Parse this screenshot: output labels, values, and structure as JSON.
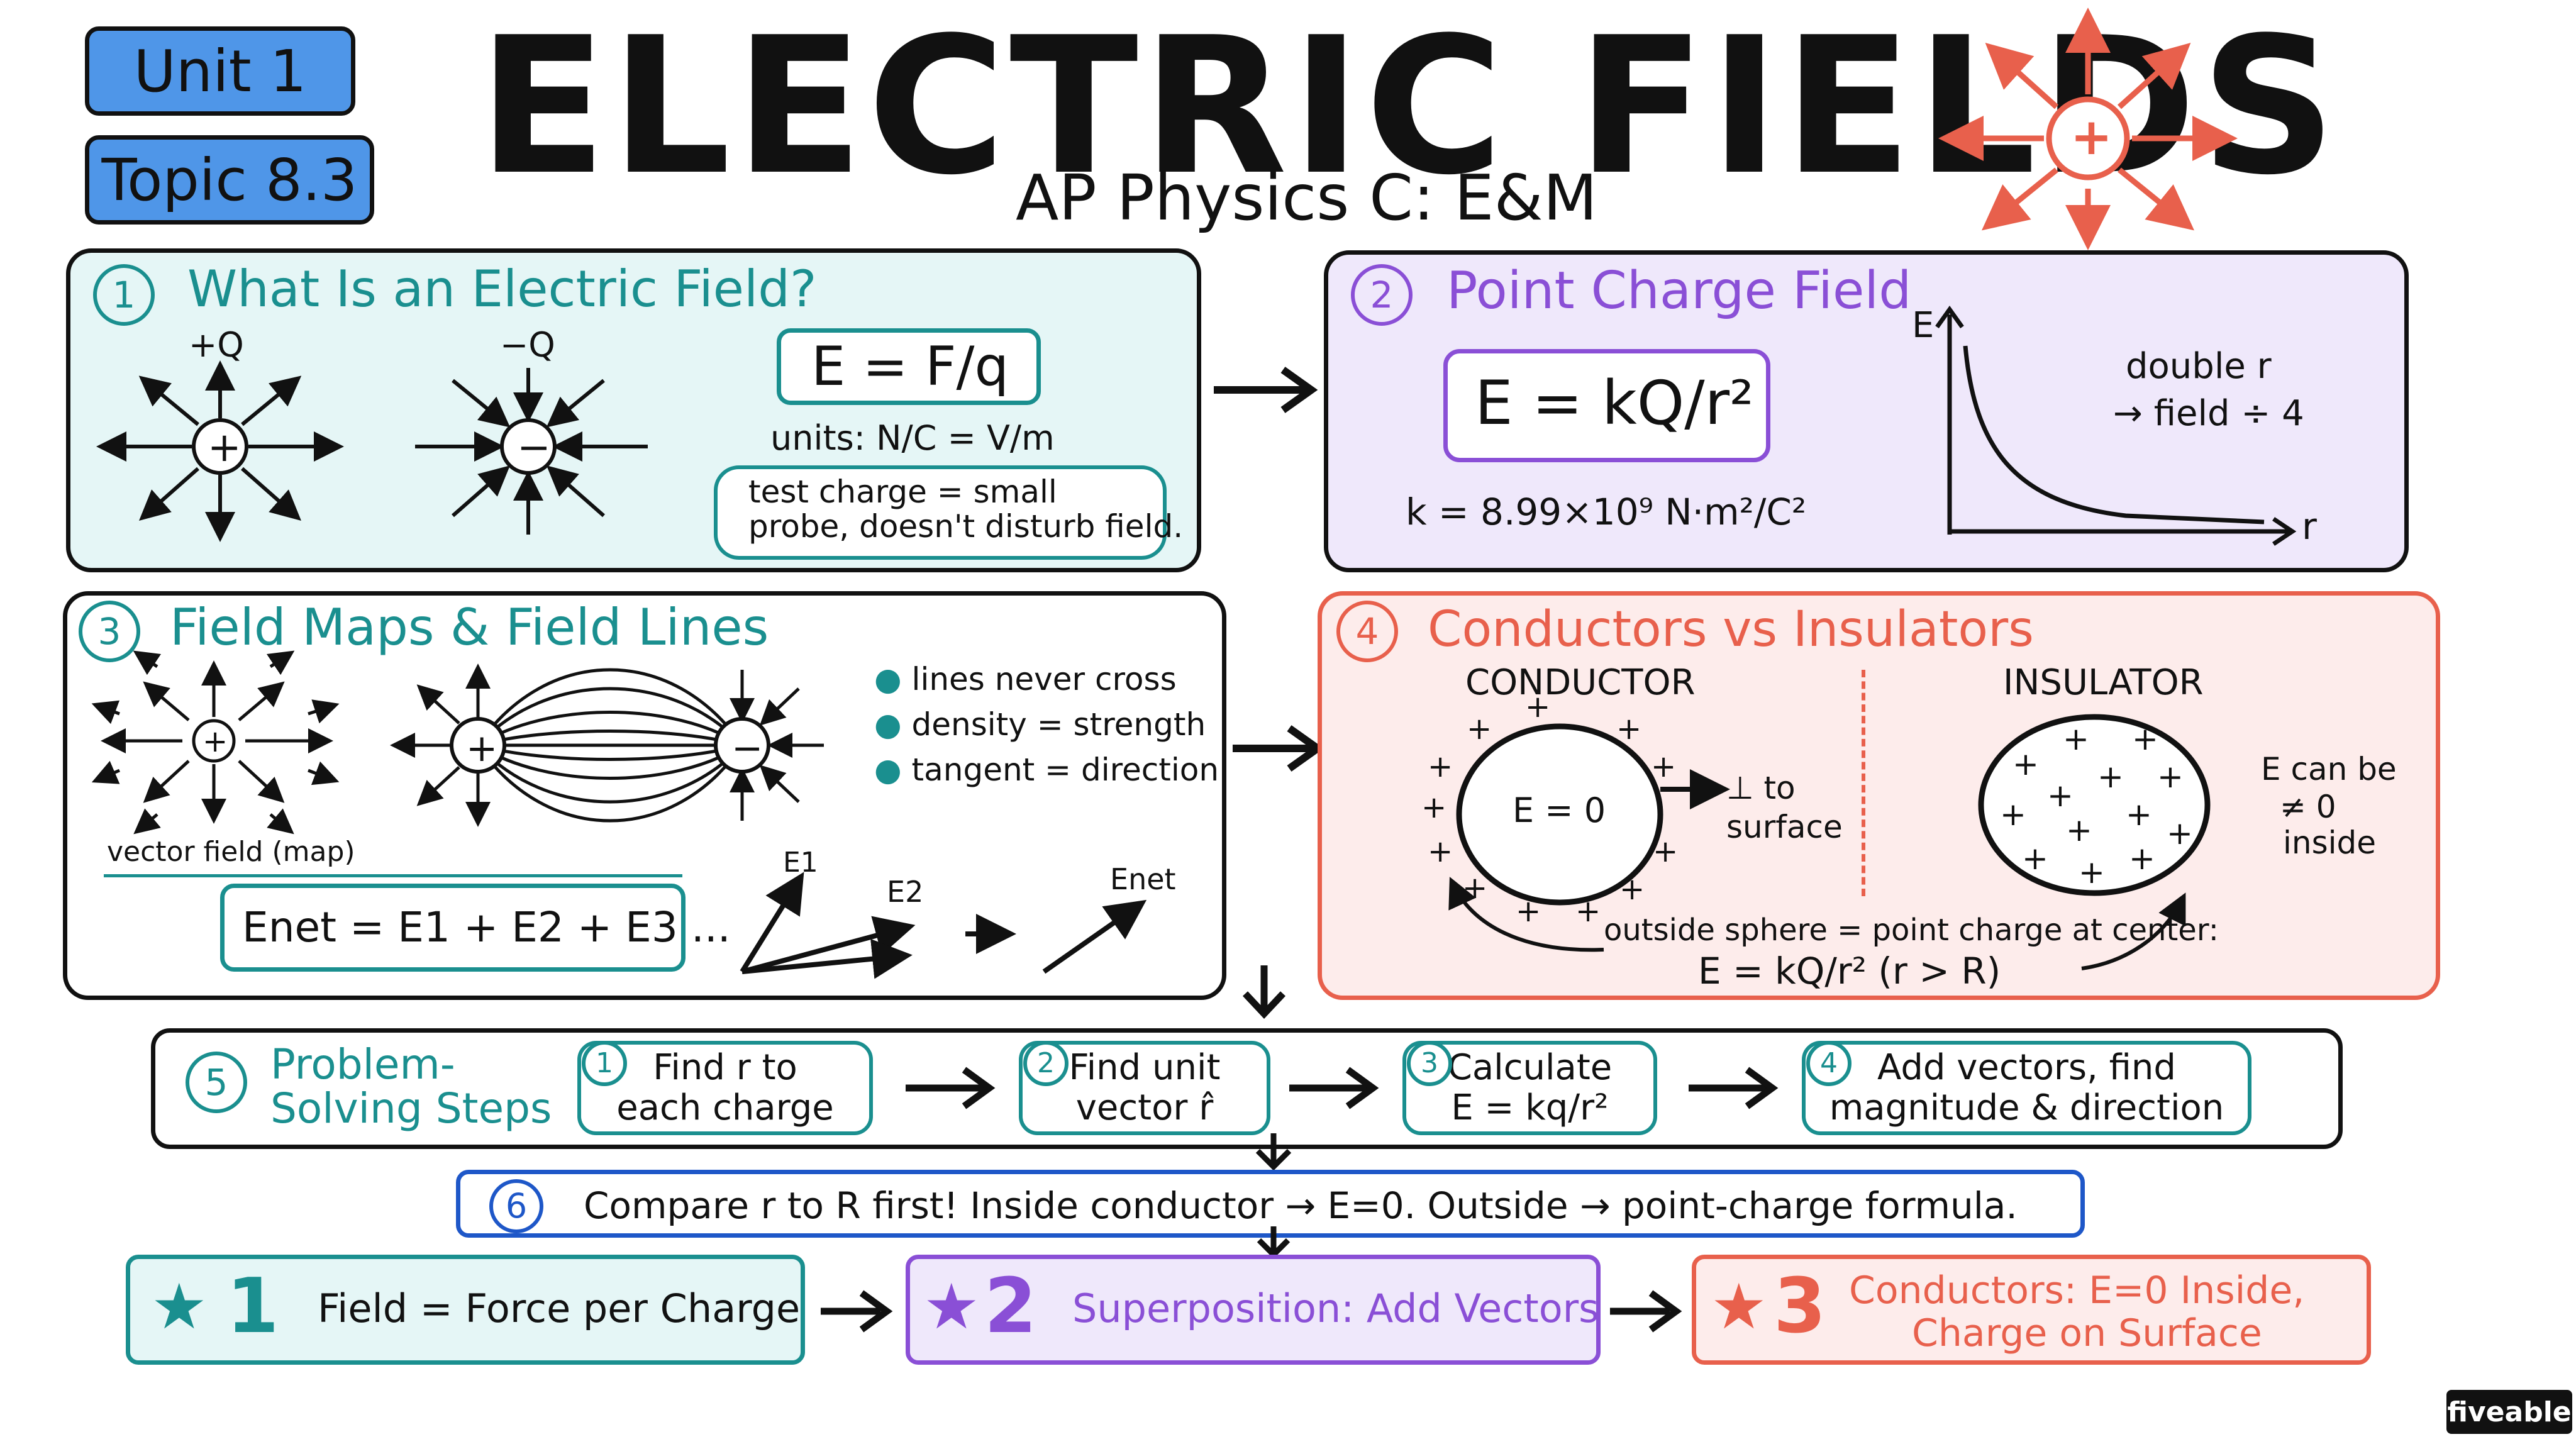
{
  "header": {
    "unit_label": "Unit 1",
    "topic_label": "Topic 8.3",
    "title": "ELECTRIC FIELDS",
    "subtitle": "AP Physics C: E&M",
    "plus_sign": "+"
  },
  "colors": {
    "teal": "#1a8f8f",
    "teal_fill": "#e5f6f6",
    "purple": "#8a4fd6",
    "purple_fill": "#efe8fb",
    "red": "#e8604c",
    "red_fill": "#fdeceb",
    "blue": "#1e57c8",
    "tag_blue": "#4f96e8"
  },
  "section1": {
    "num": "1",
    "title": "What Is an Electric Field?",
    "pos_label": "+Q",
    "neg_label": "−Q",
    "pos_sign": "+",
    "neg_sign": "−",
    "formula": "E = F/q",
    "units": "units: N/C = V/m",
    "note_line1": "test charge = small",
    "note_line2": "probe, doesn't disturb field."
  },
  "section2": {
    "num": "2",
    "title": "Point Charge Field",
    "formula": "E = kQ/r²",
    "constant": "k = 8.99×10⁹ N·m²/C²",
    "y_axis": "E",
    "x_axis": "r",
    "note_line1": "double r",
    "note_line2": "→ field ÷ 4"
  },
  "section3": {
    "num": "3",
    "title": "Field Maps & Field Lines",
    "map_caption": "vector field (map)",
    "plus_sign": "+",
    "minus_sign": "−",
    "bullets": [
      "lines never cross",
      "density = strength",
      "tangent = direction"
    ],
    "superposition": "Enet = E1 + E2 + E3 ...",
    "vec_e1": "E1",
    "vec_e2": "E2",
    "vec_enet": "Enet"
  },
  "section4": {
    "num": "4",
    "title": "Conductors vs Insulators",
    "conductor_label": "CONDUCTOR",
    "insulator_label": "INSULATOR",
    "inside_field": "E = 0",
    "perp_line1": "⊥ to",
    "perp_line2": "surface",
    "ins_note_line1": "E can be",
    "ins_note_line2": "≠ 0",
    "ins_note_line3": "inside",
    "outside_line1": "outside sphere = point charge at center:",
    "outside_line2": "E = kQ/r²  (r > R)",
    "plus_sign": "+"
  },
  "section5": {
    "num": "5",
    "title_line1": "Problem-",
    "title_line2": "Solving Steps",
    "steps": [
      {
        "num": "1",
        "line1": "Find r to",
        "line2": "each charge"
      },
      {
        "num": "2",
        "line1": "Find unit",
        "line2": "vector r̂"
      },
      {
        "num": "3",
        "line1": "Calculate",
        "line2": "E = kq/r²"
      },
      {
        "num": "4",
        "line1": "Add vectors, find",
        "line2": "magnitude & direction"
      }
    ]
  },
  "section6": {
    "num": "6",
    "text": "Compare r to R first! Inside conductor → E=0. Outside → point-charge formula."
  },
  "key_points": [
    {
      "star": "★",
      "num": "1",
      "line1": "Field = Force per Charge",
      "line2": ""
    },
    {
      "star": "★",
      "num": "2",
      "line1": "Superposition: Add Vectors",
      "line2": ""
    },
    {
      "star": "★",
      "num": "3",
      "line1": "Conductors: E=0 Inside,",
      "line2": "Charge on Surface"
    }
  ],
  "watermark": "fiveable"
}
